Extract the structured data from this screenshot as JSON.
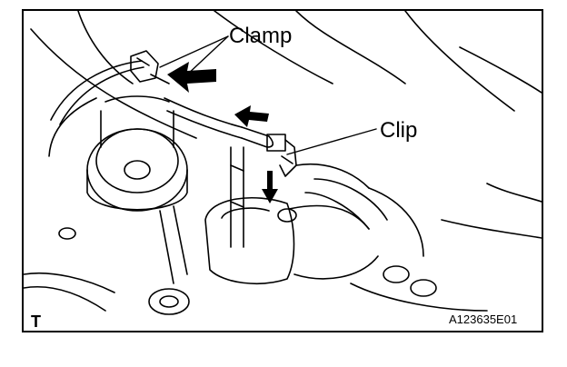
{
  "labels": {
    "clamp": "Clamp",
    "clip": "Clip"
  },
  "corner_mark": "T",
  "figure_id": "A123635E01",
  "colors": {
    "ink": "#000000",
    "paper": "#ffffff"
  }
}
